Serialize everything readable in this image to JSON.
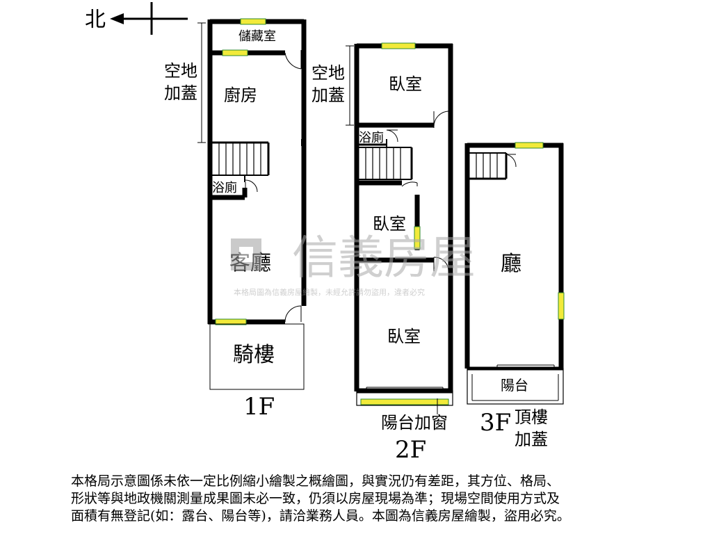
{
  "compass": {
    "north_label": "北"
  },
  "floors": {
    "f1": {
      "label": "1F",
      "rooms": {
        "storage": "儲藏室",
        "kitchen": "廚房",
        "bath": "浴廁",
        "living": "客廳",
        "arcade": "騎樓"
      },
      "annotation": [
        "空地",
        "加蓋"
      ]
    },
    "f2": {
      "label": "2F",
      "rooms": {
        "bedroom_north": "臥室",
        "bath": "浴廁",
        "bedroom_middle": "臥室",
        "bedroom_south": "臥室"
      },
      "annotation": [
        "空地",
        "加蓋"
      ],
      "balcony_note": "陽台加窗"
    },
    "f3": {
      "label": "3F",
      "rooms": {
        "hall": "廳",
        "balcony": "陽台"
      },
      "annotation": [
        "頂樓",
        "加蓋"
      ]
    }
  },
  "watermark": {
    "brand": "信義房屋",
    "notice": "本格局圖為信義房屋繪製，未經允許請勿盜用，違者必究"
  },
  "disclaimer": [
    "本格局示意圖係未依一定比例縮小繪製之概繪圖，與實況仍有差距，其方位、格局、",
    "形狀等與地政機關測量成果圖未必一致，仍須以房屋現場為準；現場空間使用方式及",
    "面積有無登記(如：露台、陽台等)，請洽業務人員。本圖為信義房屋繪製，盜用必究。"
  ],
  "colors": {
    "wall": "#000000",
    "window_fill": "#f2ea3a",
    "window_stroke": "#2f8a2f",
    "watermark": "#b5b5b5"
  }
}
